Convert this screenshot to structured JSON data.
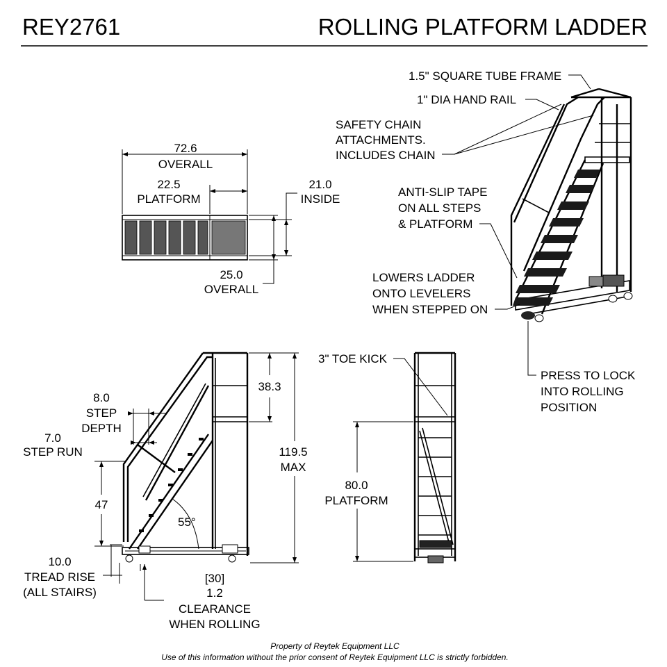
{
  "header": {
    "model": "REY2761",
    "title": "ROLLING PLATFORM LADDER"
  },
  "top_view": {
    "overall_length": "72.6",
    "overall_length_label": "OVERALL",
    "platform_length": "22.5",
    "platform_label": "PLATFORM",
    "inside_width": "21.0",
    "inside_label": "INSIDE",
    "overall_width": "25.0",
    "overall_width_label": "OVERALL"
  },
  "iso_view": {
    "frame_note": "1.5\" SQUARE TUBE FRAME",
    "rail_note": "1\"  DIA HAND RAIL",
    "chain_note": [
      "SAFETY CHAIN",
      "ATTACHMENTS.",
      "INCLUDES CHAIN"
    ],
    "tape_note": [
      "ANTI-SLIP TAPE",
      "ON ALL STEPS",
      "& PLATFORM"
    ],
    "lower_note": [
      "LOWERS LADDER",
      "ONTO LEVELERS",
      "WHEN STEPPED ON"
    ],
    "press_note": [
      "PRESS TO LOCK",
      "INTO ROLLING",
      "POSITION"
    ]
  },
  "side_view": {
    "step_depth_value": "8.0",
    "step_depth_label": [
      "STEP",
      "DEPTH"
    ],
    "step_run_value": "7.0",
    "step_run_label": "STEP RUN",
    "rise_value": "47",
    "angle": "55°",
    "top_rail_height": "38.3",
    "max_height": "119.5",
    "max_label": "MAX",
    "tread_rise_value": "10.0",
    "tread_rise_label": [
      "TREAD RISE",
      "(ALL STAIRS)"
    ],
    "clearance_mm": "[30]",
    "clearance_value": "1.2",
    "clearance_label": [
      "CLEARANCE",
      "WHEN ROLLING"
    ]
  },
  "front_view": {
    "toe_kick": "3\" TOE KICK",
    "platform_height": "80.0",
    "platform_label": "PLATFORM"
  },
  "footer": {
    "line1": "Property of Reytek Equipment LLC",
    "line2": "Use of this information without the prior consent of Reytek Equipment LLC is strictly forbidden."
  }
}
